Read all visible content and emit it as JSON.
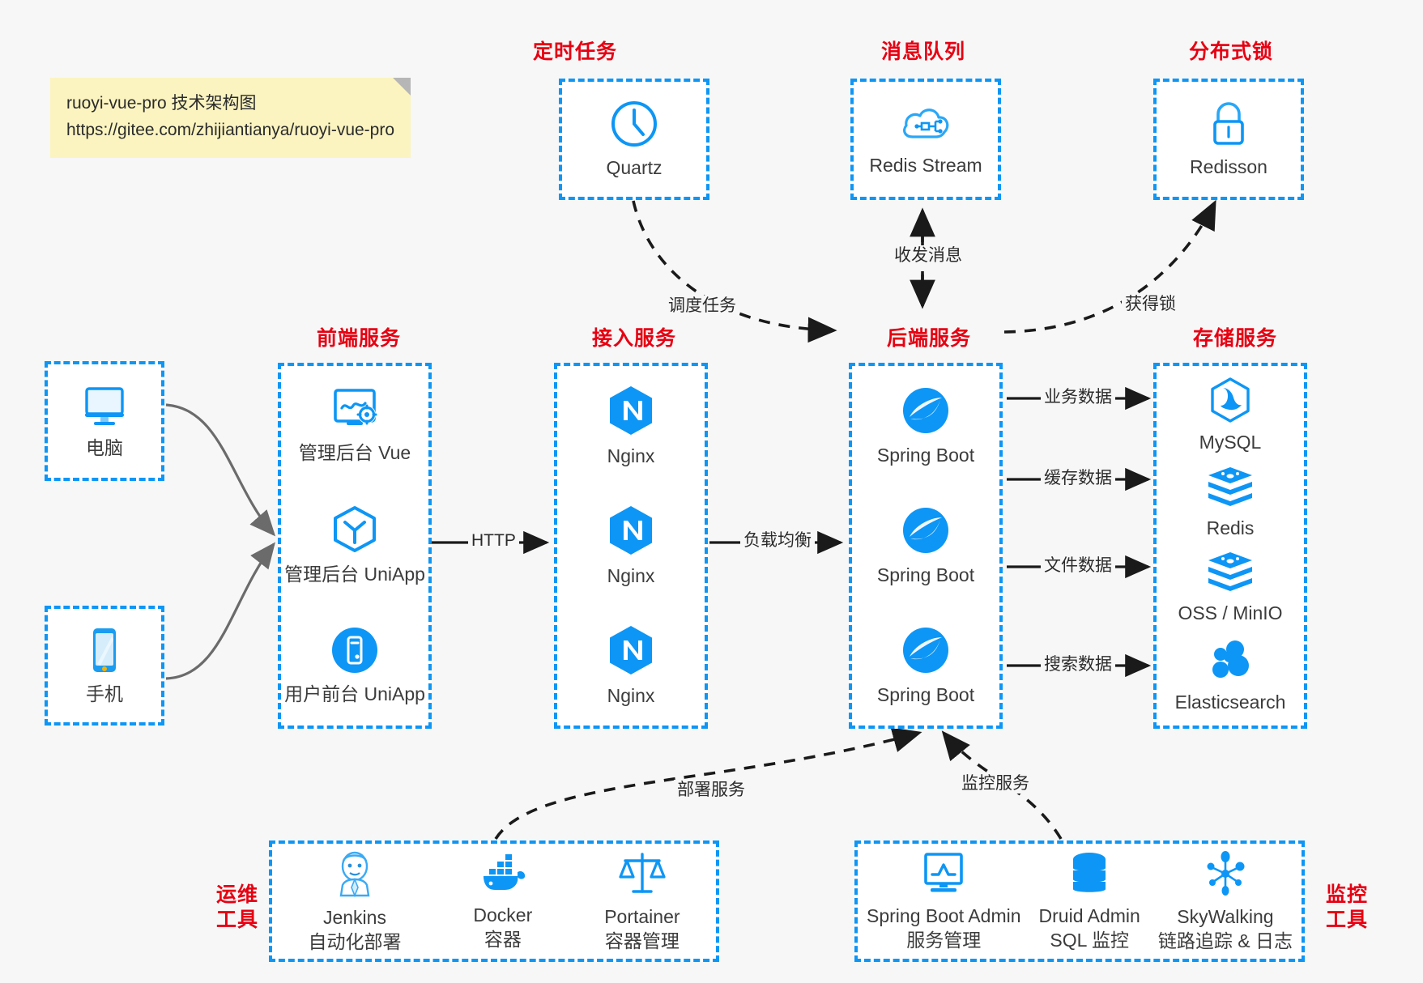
{
  "note": {
    "line1": "ruoyi-vue-pro 技术架构图",
    "line2": "https://gitee.com/zhijiantianya/ruoyi-vue-pro"
  },
  "colors": {
    "accent_blue": "#0d96f5",
    "title_red": "#e60012",
    "background": "#f7f7f7",
    "box_fill": "#ffffff",
    "note_yellow": "#fbf4c0",
    "edge_gray": "#6b6b6b",
    "edge_black": "#1a1a1a"
  },
  "groups": {
    "scheduled_tasks": {
      "title": "定时任务",
      "nodes": [
        {
          "label": "Quartz",
          "icon": "clock-icon"
        }
      ]
    },
    "message_queue": {
      "title": "消息队列",
      "nodes": [
        {
          "label": "Redis Stream",
          "icon": "cloud-stream-icon"
        }
      ]
    },
    "distributed_lock": {
      "title": "分布式锁",
      "nodes": [
        {
          "label": "Redisson",
          "icon": "padlock-icon"
        }
      ]
    },
    "clients": {
      "nodes": [
        {
          "label": "电脑",
          "icon": "desktop-monitor-icon"
        },
        {
          "label": "手机",
          "icon": "smartphone-icon"
        }
      ]
    },
    "frontend": {
      "title": "前端服务",
      "nodes": [
        {
          "label": "管理后台 Vue",
          "icon": "dashboard-gear-icon"
        },
        {
          "label": "管理后台 UniApp",
          "icon": "cube-icon"
        },
        {
          "label": "用户前台 UniApp",
          "icon": "mobile-app-icon"
        }
      ]
    },
    "gateway": {
      "title": "接入服务",
      "nodes": [
        {
          "label": "Nginx",
          "icon": "nginx-icon"
        },
        {
          "label": "Nginx",
          "icon": "nginx-icon"
        },
        {
          "label": "Nginx",
          "icon": "nginx-icon"
        }
      ]
    },
    "backend": {
      "title": "后端服务",
      "nodes": [
        {
          "label": "Spring Boot",
          "icon": "spring-boot-icon"
        },
        {
          "label": "Spring Boot",
          "icon": "spring-boot-icon"
        },
        {
          "label": "Spring Boot",
          "icon": "spring-boot-icon"
        }
      ]
    },
    "storage": {
      "title": "存储服务",
      "nodes": [
        {
          "label": "MySQL",
          "icon": "mysql-icon"
        },
        {
          "label": "Redis",
          "icon": "redis-icon"
        },
        {
          "label": "OSS / MinIO",
          "icon": "redis-icon"
        },
        {
          "label": "Elasticsearch",
          "icon": "elasticsearch-icon"
        }
      ]
    },
    "devops": {
      "title_line1": "运维",
      "title_line2": "工具",
      "nodes": [
        {
          "label": "Jenkins",
          "sub": "自动化部署",
          "icon": "jenkins-icon"
        },
        {
          "label": "Docker",
          "sub": "容器",
          "icon": "docker-icon"
        },
        {
          "label": "Portainer",
          "sub": "容器管理",
          "icon": "portainer-scale-icon"
        }
      ]
    },
    "monitoring": {
      "title_line1": "监控",
      "title_line2": "工具",
      "nodes": [
        {
          "label": "Spring Boot Admin",
          "sub": "服务管理",
          "icon": "monitor-chart-icon"
        },
        {
          "label": "Druid Admin",
          "sub": "SQL 监控",
          "icon": "database-icon"
        },
        {
          "label": "SkyWalking",
          "sub": "链路追踪 & 日志",
          "icon": "skywalking-icon"
        }
      ]
    }
  },
  "edges": {
    "http": "HTTP",
    "load_balance": "负载均衡",
    "schedule_task": "调度任务",
    "send_receive_message": "收发消息",
    "acquire_lock": "获得锁",
    "business_data": "业务数据",
    "cache_data": "缓存数据",
    "file_data": "文件数据",
    "search_data": "搜索数据",
    "deploy_service": "部署服务",
    "monitor_service": "监控服务"
  }
}
